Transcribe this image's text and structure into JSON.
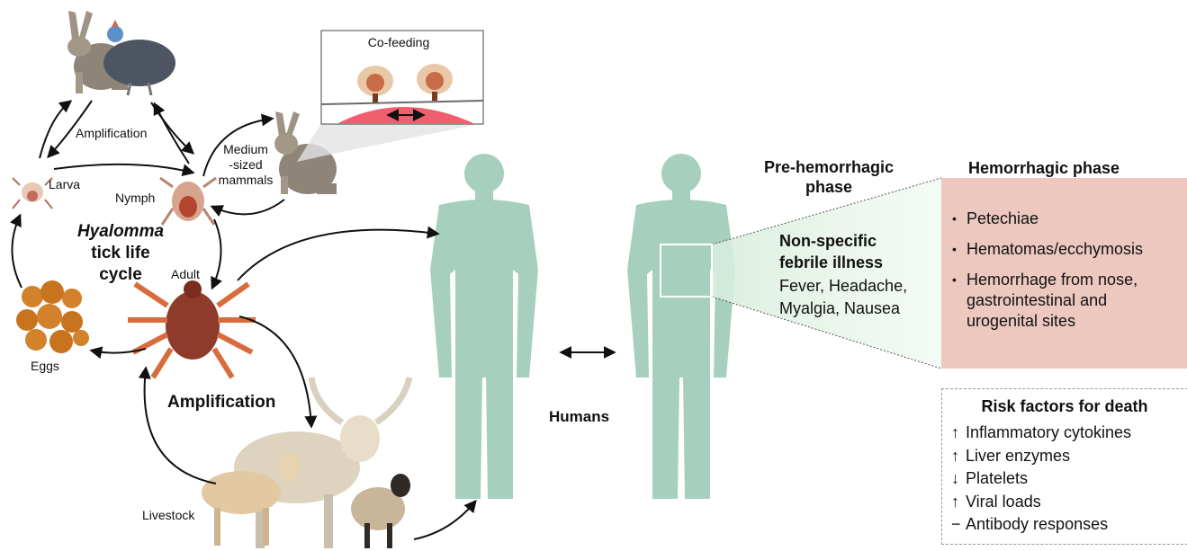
{
  "lifecycle": {
    "title_line1": "Hyalomma",
    "title_line2": "tick life",
    "title_line3": "cycle",
    "amplification_small": "Amplification",
    "amplification_large": "Amplification",
    "larva": "Larva",
    "nymph": "Nymph",
    "adult": "Adult",
    "eggs": "Eggs",
    "livestock": "Livestock",
    "medium_mammals_line1": "Medium",
    "medium_mammals_line2": "-sized",
    "medium_mammals_line3": "mammals",
    "cofeeding": "Co-feeding"
  },
  "humans": {
    "label": "Humans",
    "figure_color": "#a6d0bd"
  },
  "pre_hemorrhagic": {
    "title_line1": "Pre-hemorrhagic",
    "title_line2": "phase",
    "subtitle_line1": "Non-specific",
    "subtitle_line2": "febrile illness",
    "symptoms_line1": "Fever, Headache,",
    "symptoms_line2": "Myalgia, Nausea"
  },
  "hemorrhagic": {
    "title": "Hemorrhagic phase",
    "box_color": "#ecc8bf",
    "items": [
      {
        "line1": "Petechiae",
        "line2": "",
        "line3": ""
      },
      {
        "line1": "Hematomas/ecchymosis",
        "line2": "",
        "line3": ""
      },
      {
        "line1": "Hemorrhage from nose,",
        "line2": "gastrointestinal and",
        "line3": "urogenital sites"
      }
    ]
  },
  "risk_factors": {
    "title": "Risk factors for death",
    "items": [
      {
        "symbol": "↑",
        "text": "Inflammatory cytokines"
      },
      {
        "symbol": "↑",
        "text": "Liver enzymes"
      },
      {
        "symbol": "↓",
        "text": "Platelets"
      },
      {
        "symbol": "↑",
        "text": "Viral loads"
      },
      {
        "symbol": "−",
        "text": "Antibody responses"
      }
    ]
  }
}
